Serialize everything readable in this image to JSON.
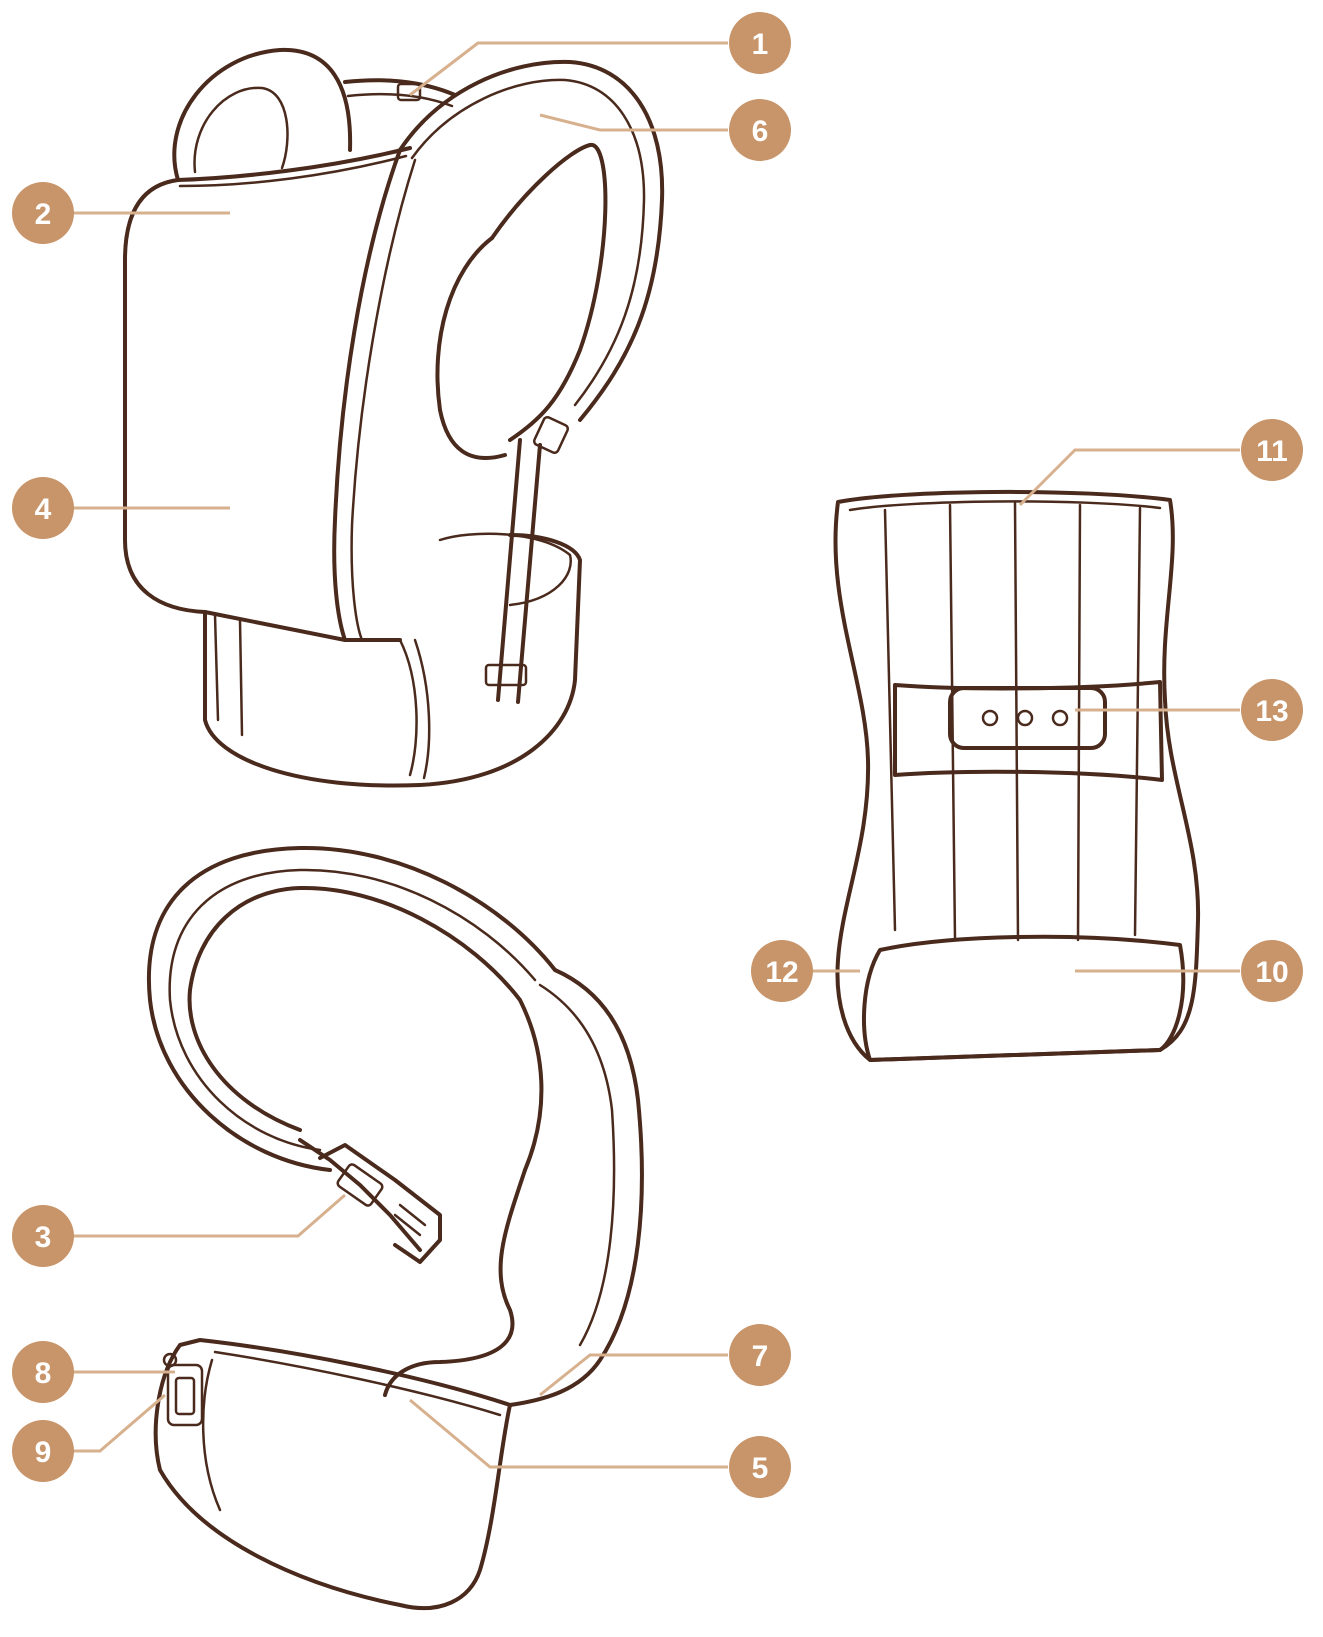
{
  "colors": {
    "outline": "#4a2a1c",
    "callout": "#c8956a",
    "leader": "#d7b08e",
    "background": "#ffffff"
  },
  "callouts": [
    {
      "id": "c1",
      "label": "1"
    },
    {
      "id": "c2",
      "label": "2"
    },
    {
      "id": "c3",
      "label": "3"
    },
    {
      "id": "c4",
      "label": "4"
    },
    {
      "id": "c5",
      "label": "5"
    },
    {
      "id": "c6",
      "label": "6"
    },
    {
      "id": "c7",
      "label": "7"
    },
    {
      "id": "c8",
      "label": "8"
    },
    {
      "id": "c9",
      "label": "9"
    },
    {
      "id": "c10",
      "label": "10"
    },
    {
      "id": "c11",
      "label": "11"
    },
    {
      "id": "c12",
      "label": "12"
    },
    {
      "id": "c13",
      "label": "13"
    }
  ]
}
